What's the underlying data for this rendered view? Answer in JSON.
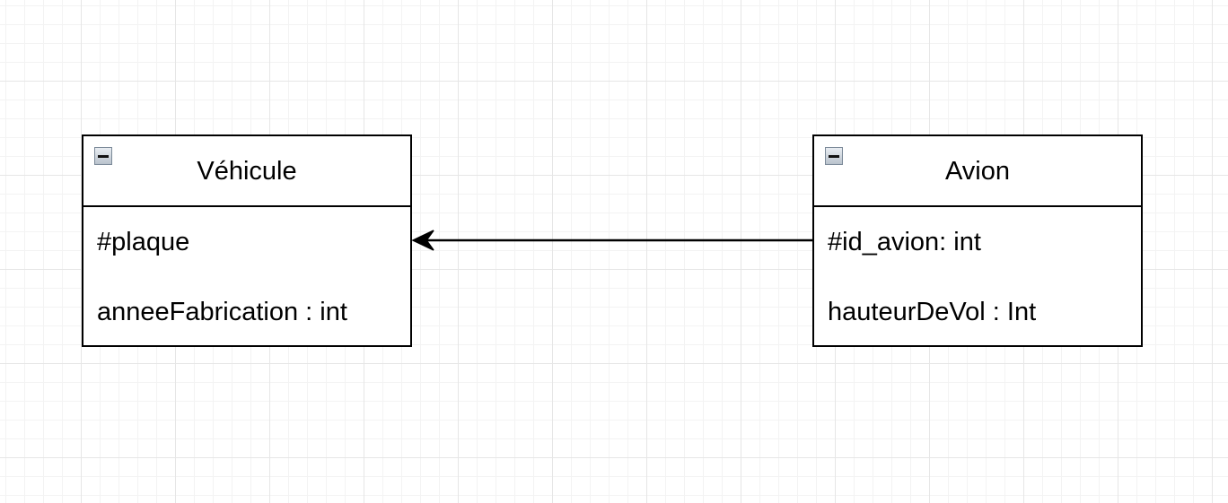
{
  "diagram": {
    "type": "uml-class-diagram",
    "classes": [
      {
        "name": "Véhicule",
        "attributes": [
          "#plaque",
          "anneeFabrication : int"
        ]
      },
      {
        "name": "Avion",
        "attributes": [
          "#id_avion: int",
          "hauteurDeVol : Int"
        ]
      }
    ],
    "relations": [
      {
        "from": "Avion",
        "to": "Véhicule",
        "kind": "association-arrow"
      }
    ],
    "icons": {
      "collapse": "minus-square-icon"
    },
    "colors": {
      "line": "#000000",
      "background": "#ffffff",
      "grid": "#e6e6e6"
    }
  }
}
